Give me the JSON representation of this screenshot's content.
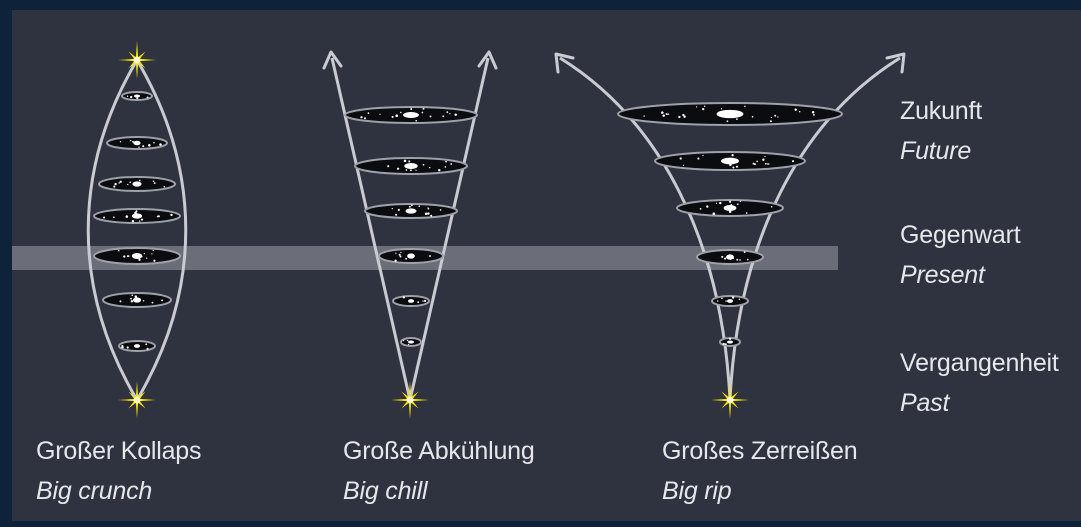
{
  "time_labels": {
    "future_de": "Zukunft",
    "future_en": "Future",
    "present_de": "Gegenwart",
    "present_en": "Present",
    "past_de": "Vergangenheit",
    "past_en": "Past"
  },
  "scenarios": [
    {
      "name_de": "Großer Kollaps",
      "name_en": "Big crunch"
    },
    {
      "name_de": "Große Abkühlung",
      "name_en": "Big chill"
    },
    {
      "name_de": "Großes Zerreißen",
      "name_en": "Big rip"
    }
  ],
  "colors": {
    "background": "#2f3340",
    "frame": "#0e2239",
    "line": "#c9cbd2",
    "present_band": "#6b6e78",
    "disk": "#0b0c10",
    "star": "#ffe600",
    "text": "#e6e7eb"
  }
}
